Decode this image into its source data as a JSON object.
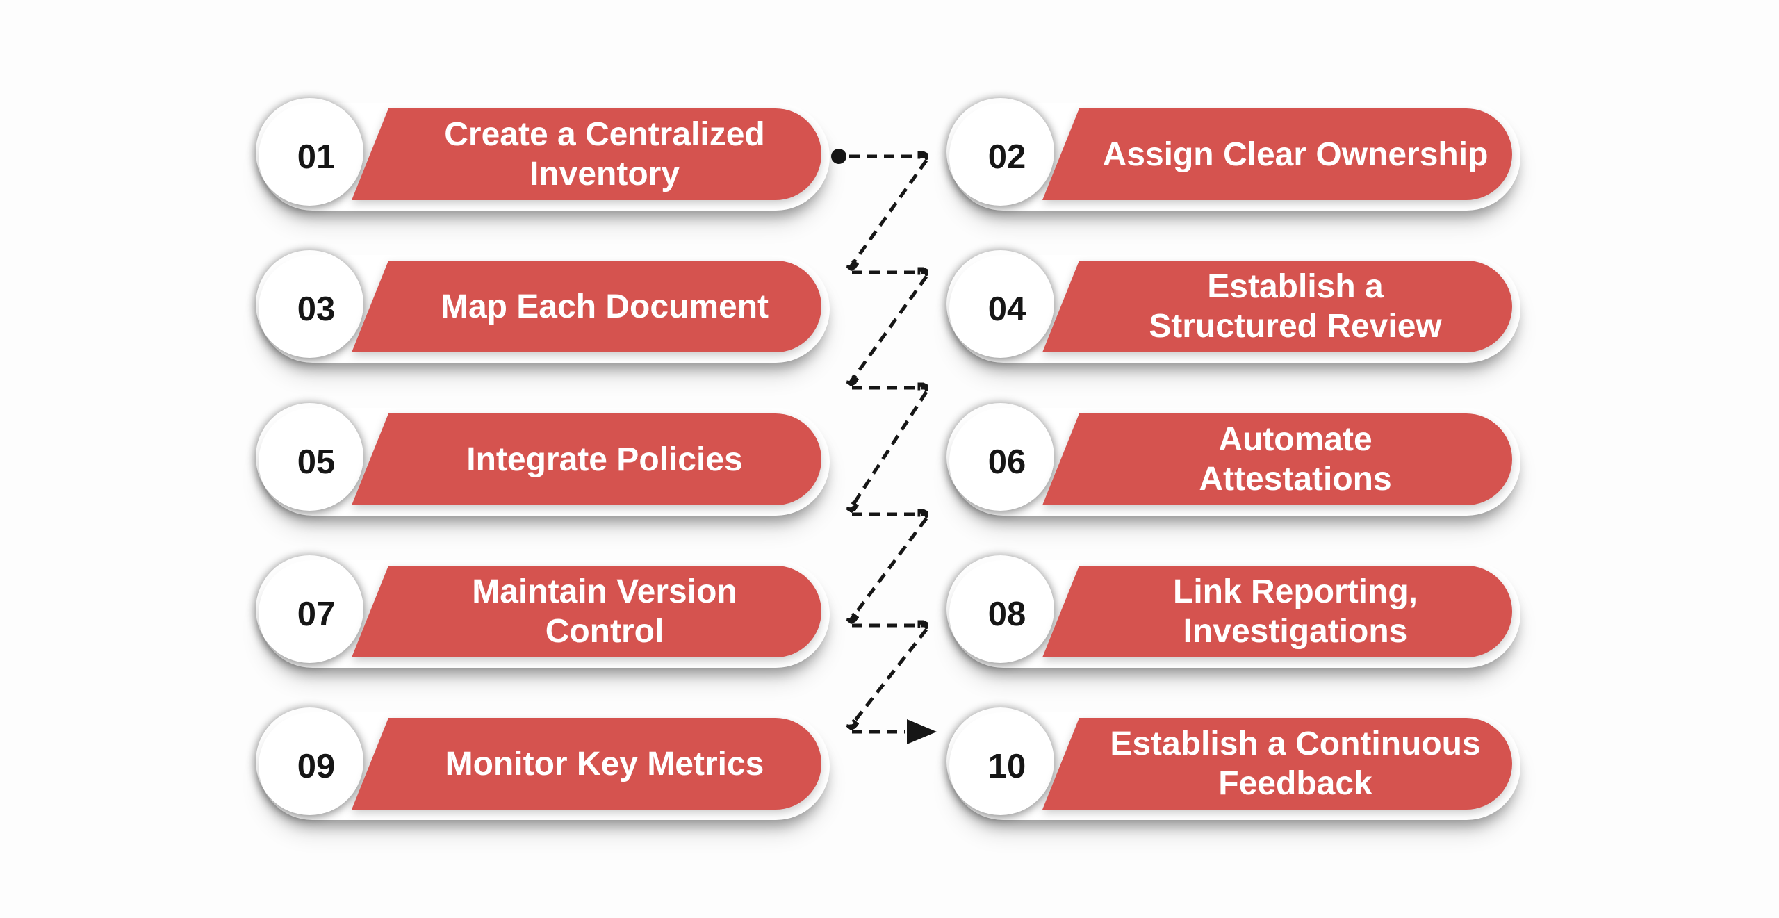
{
  "colors": {
    "background": "#fdfdfd",
    "pill": "#ffffff",
    "accent_red": "#d5534f",
    "number": "#161616",
    "label_text": "#ffffff",
    "connector": "#161616"
  },
  "steps": [
    {
      "number": "01",
      "label": "Create a Centralized Inventory",
      "lines": [
        "Create a Centralized",
        "Inventory"
      ]
    },
    {
      "number": "02",
      "label": "Assign Clear Ownership",
      "lines": [
        "Assign Clear Ownership"
      ]
    },
    {
      "number": "03",
      "label": "Map Each Document",
      "lines": [
        "Map Each Document"
      ]
    },
    {
      "number": "04",
      "label": "Establish a Structured Review",
      "lines": [
        "Establish a",
        "Structured Review"
      ]
    },
    {
      "number": "05",
      "label": "Integrate Policies",
      "lines": [
        "Integrate Policies"
      ]
    },
    {
      "number": "06",
      "label": "Automate Attestations",
      "lines": [
        "Automate",
        "Attestations"
      ]
    },
    {
      "number": "07",
      "label": "Maintain Version Control",
      "lines": [
        "Maintain Version",
        "Control"
      ]
    },
    {
      "number": "08",
      "label": "Link Reporting, Investigations",
      "lines": [
        "Link Reporting,",
        "Investigations"
      ]
    },
    {
      "number": "09",
      "label": "Monitor Key Metrics",
      "lines": [
        "Monitor Key Metrics"
      ]
    },
    {
      "number": "10",
      "label": "Establish a Continuous Feedback",
      "lines": [
        "Establish a Continuous",
        "Feedback"
      ]
    }
  ],
  "connector": {
    "start_marker": "dot",
    "end_marker": "arrow-right",
    "line_style": "dashed-zigzag"
  }
}
